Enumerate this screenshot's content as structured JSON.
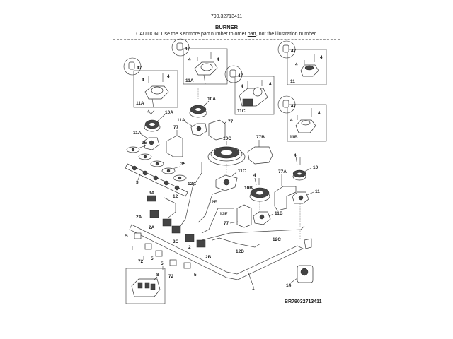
{
  "header": {
    "model_number": "790.32713411",
    "title": "BURNER",
    "caution_prefix": "CAUTION: Use the Kenmore part number to order ",
    "caution_link": "part",
    "caution_suffix": ", not the illustration number."
  },
  "diagram": {
    "reference_id": "BR79032713411",
    "insets": [
      {
        "id": "11A",
        "callouts": [
          "47",
          "4",
          "4"
        ],
        "label": "11A"
      },
      {
        "id": "11A",
        "callouts": [
          "47",
          "4",
          "4"
        ],
        "label": "11A"
      },
      {
        "id": "11C",
        "callouts": [
          "47",
          "4",
          "4"
        ],
        "label": "11C"
      },
      {
        "id": "11",
        "callouts": [
          "47",
          "4",
          "4"
        ],
        "label": "11"
      },
      {
        "id": "11B",
        "callouts": [
          "47",
          "4",
          "4"
        ],
        "label": "11B"
      },
      {
        "id": "8",
        "callouts": [
          "8"
        ],
        "label": ""
      }
    ],
    "labels": {
      "l4a": "4",
      "l10a_1": "10A",
      "l10a_2": "10A",
      "l11a_1": "11A",
      "l11a_2": "11A",
      "l77": "77",
      "l77b": "77B",
      "l77a": "77A",
      "l77_2": "77",
      "l10c": "10C",
      "l11c": "11C",
      "l10b": "10B",
      "l10": "10",
      "l11": "11",
      "l11b": "11B",
      "l35a": "35",
      "l35b": "35",
      "l3": "3",
      "l3a": "3A",
      "l12": "12",
      "l12a": "12A",
      "l12f": "12F",
      "l12e": "12E",
      "l12c": "12C",
      "l12d": "12D",
      "l2a_1": "2A",
      "l2a_2": "2A",
      "l2c": "2C",
      "l2": "2",
      "l2b": "2B",
      "l5_1": "5",
      "l5_2": "5",
      "l5_3": "5",
      "l5_4": "5",
      "l72_1": "72",
      "l72_2": "72",
      "l1": "1",
      "l14": "14",
      "l4_b": "4",
      "l4_c": "4",
      "l4_d": "4",
      "l4_e": "4"
    }
  }
}
